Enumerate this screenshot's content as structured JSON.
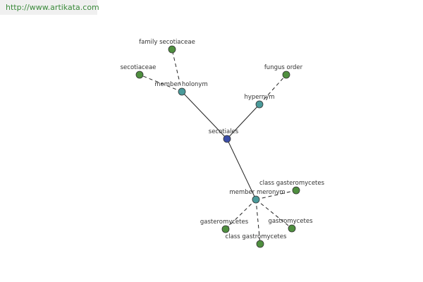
{
  "site": {
    "url_text": "http://www.artikata.com"
  },
  "colors": {
    "root": "#3b4ea8",
    "relation": "#4a9a9a",
    "leaf": "#4f8f3f",
    "url": "#3a8a3a"
  },
  "nodes": {
    "root": {
      "label": "secotiales",
      "kind": "root"
    },
    "member_holonym": {
      "label": "member holonym",
      "kind": "relation"
    },
    "hypernym": {
      "label": "hypernym",
      "kind": "relation"
    },
    "member_meronym": {
      "label": "member meronym",
      "kind": "relation"
    },
    "family_secotiaceae": {
      "label": "family secotiaceae",
      "kind": "leaf"
    },
    "secotiaceae": {
      "label": "secotiaceae",
      "kind": "leaf"
    },
    "fungus_order": {
      "label": "fungus order",
      "kind": "leaf"
    },
    "class_gasteromycetes": {
      "label": "class gasteromycetes",
      "kind": "leaf"
    },
    "gasteromycetes": {
      "label": "gasteromycetes",
      "kind": "leaf"
    },
    "gastromycetes": {
      "label": "gastromycetes",
      "kind": "leaf"
    },
    "class_gastromycetes": {
      "label": "class gastromycetes",
      "kind": "leaf"
    }
  },
  "edges": [
    {
      "from": "root",
      "to": "member_holonym",
      "style": "solid"
    },
    {
      "from": "root",
      "to": "hypernym",
      "style": "solid"
    },
    {
      "from": "root",
      "to": "member_meronym",
      "style": "solid"
    },
    {
      "from": "member_holonym",
      "to": "family_secotiaceae",
      "style": "dashed"
    },
    {
      "from": "member_holonym",
      "to": "secotiaceae",
      "style": "dashed"
    },
    {
      "from": "hypernym",
      "to": "fungus_order",
      "style": "dashed"
    },
    {
      "from": "member_meronym",
      "to": "class_gasteromycetes",
      "style": "dashed"
    },
    {
      "from": "member_meronym",
      "to": "gasteromycetes",
      "style": "dashed"
    },
    {
      "from": "member_meronym",
      "to": "gastromycetes",
      "style": "dashed"
    },
    {
      "from": "member_meronym",
      "to": "class_gastromycetes",
      "style": "dashed"
    }
  ]
}
